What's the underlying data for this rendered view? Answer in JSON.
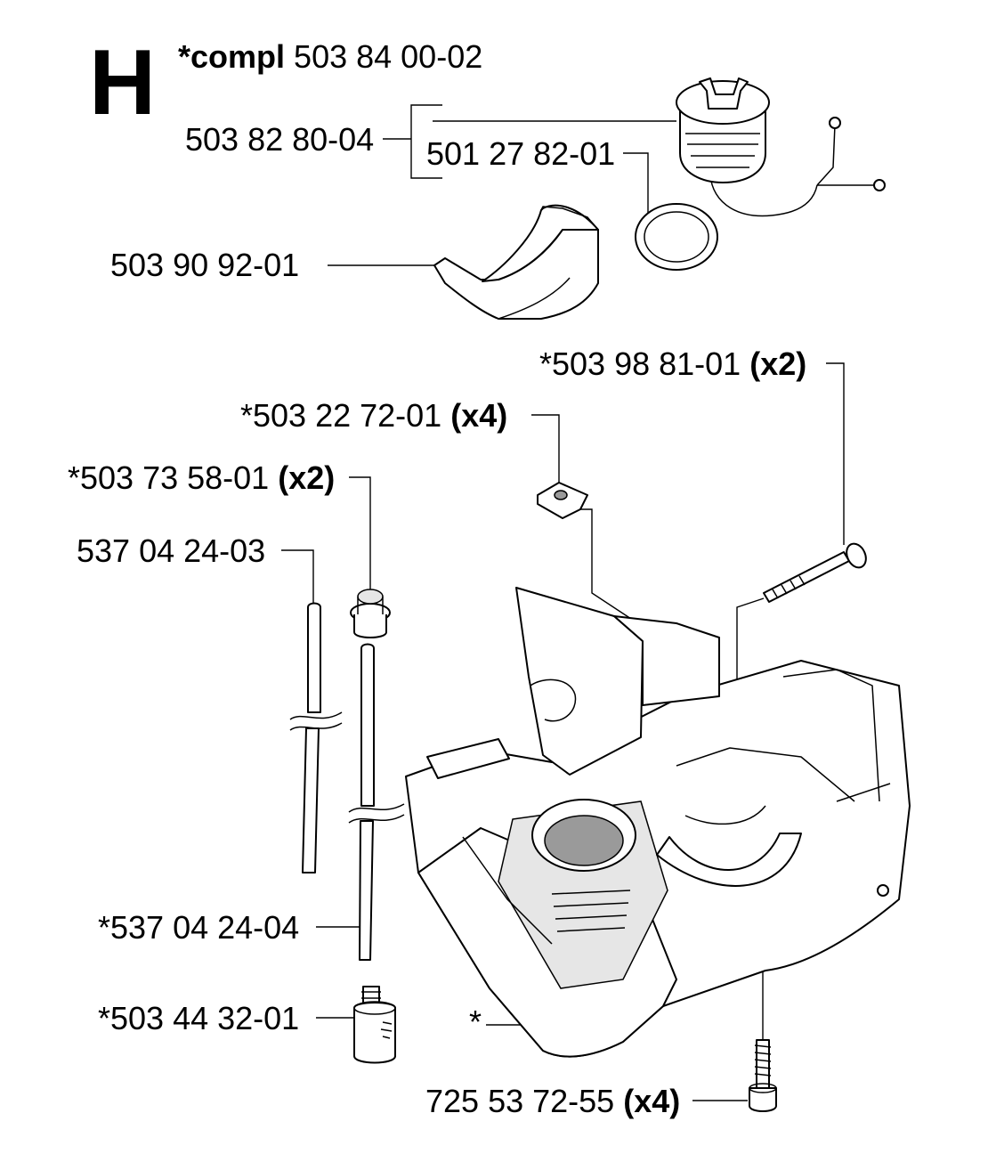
{
  "section_letter": "H",
  "kit": {
    "prefix": "*compl",
    "number": "503 84 00-02"
  },
  "parts": {
    "cap_assembly": "503 82 80-04",
    "oring": "501 27 82-01",
    "cradle": "503 90 92-01",
    "bolt": {
      "number": "*503 98 81-01",
      "qty": "(x2)"
    },
    "clip": {
      "number": "*503 22 72-01",
      "qty": "(x4)"
    },
    "grommet": {
      "number": "*503 73 58-01",
      "qty": "(x2)"
    },
    "hose_a": "537 04 24-03",
    "hose_b": "*537 04 24-04",
    "filter": "*503 44 32-01",
    "tank": "*",
    "screw": {
      "number": "725 53 72-55",
      "qty": "(x4)"
    }
  }
}
